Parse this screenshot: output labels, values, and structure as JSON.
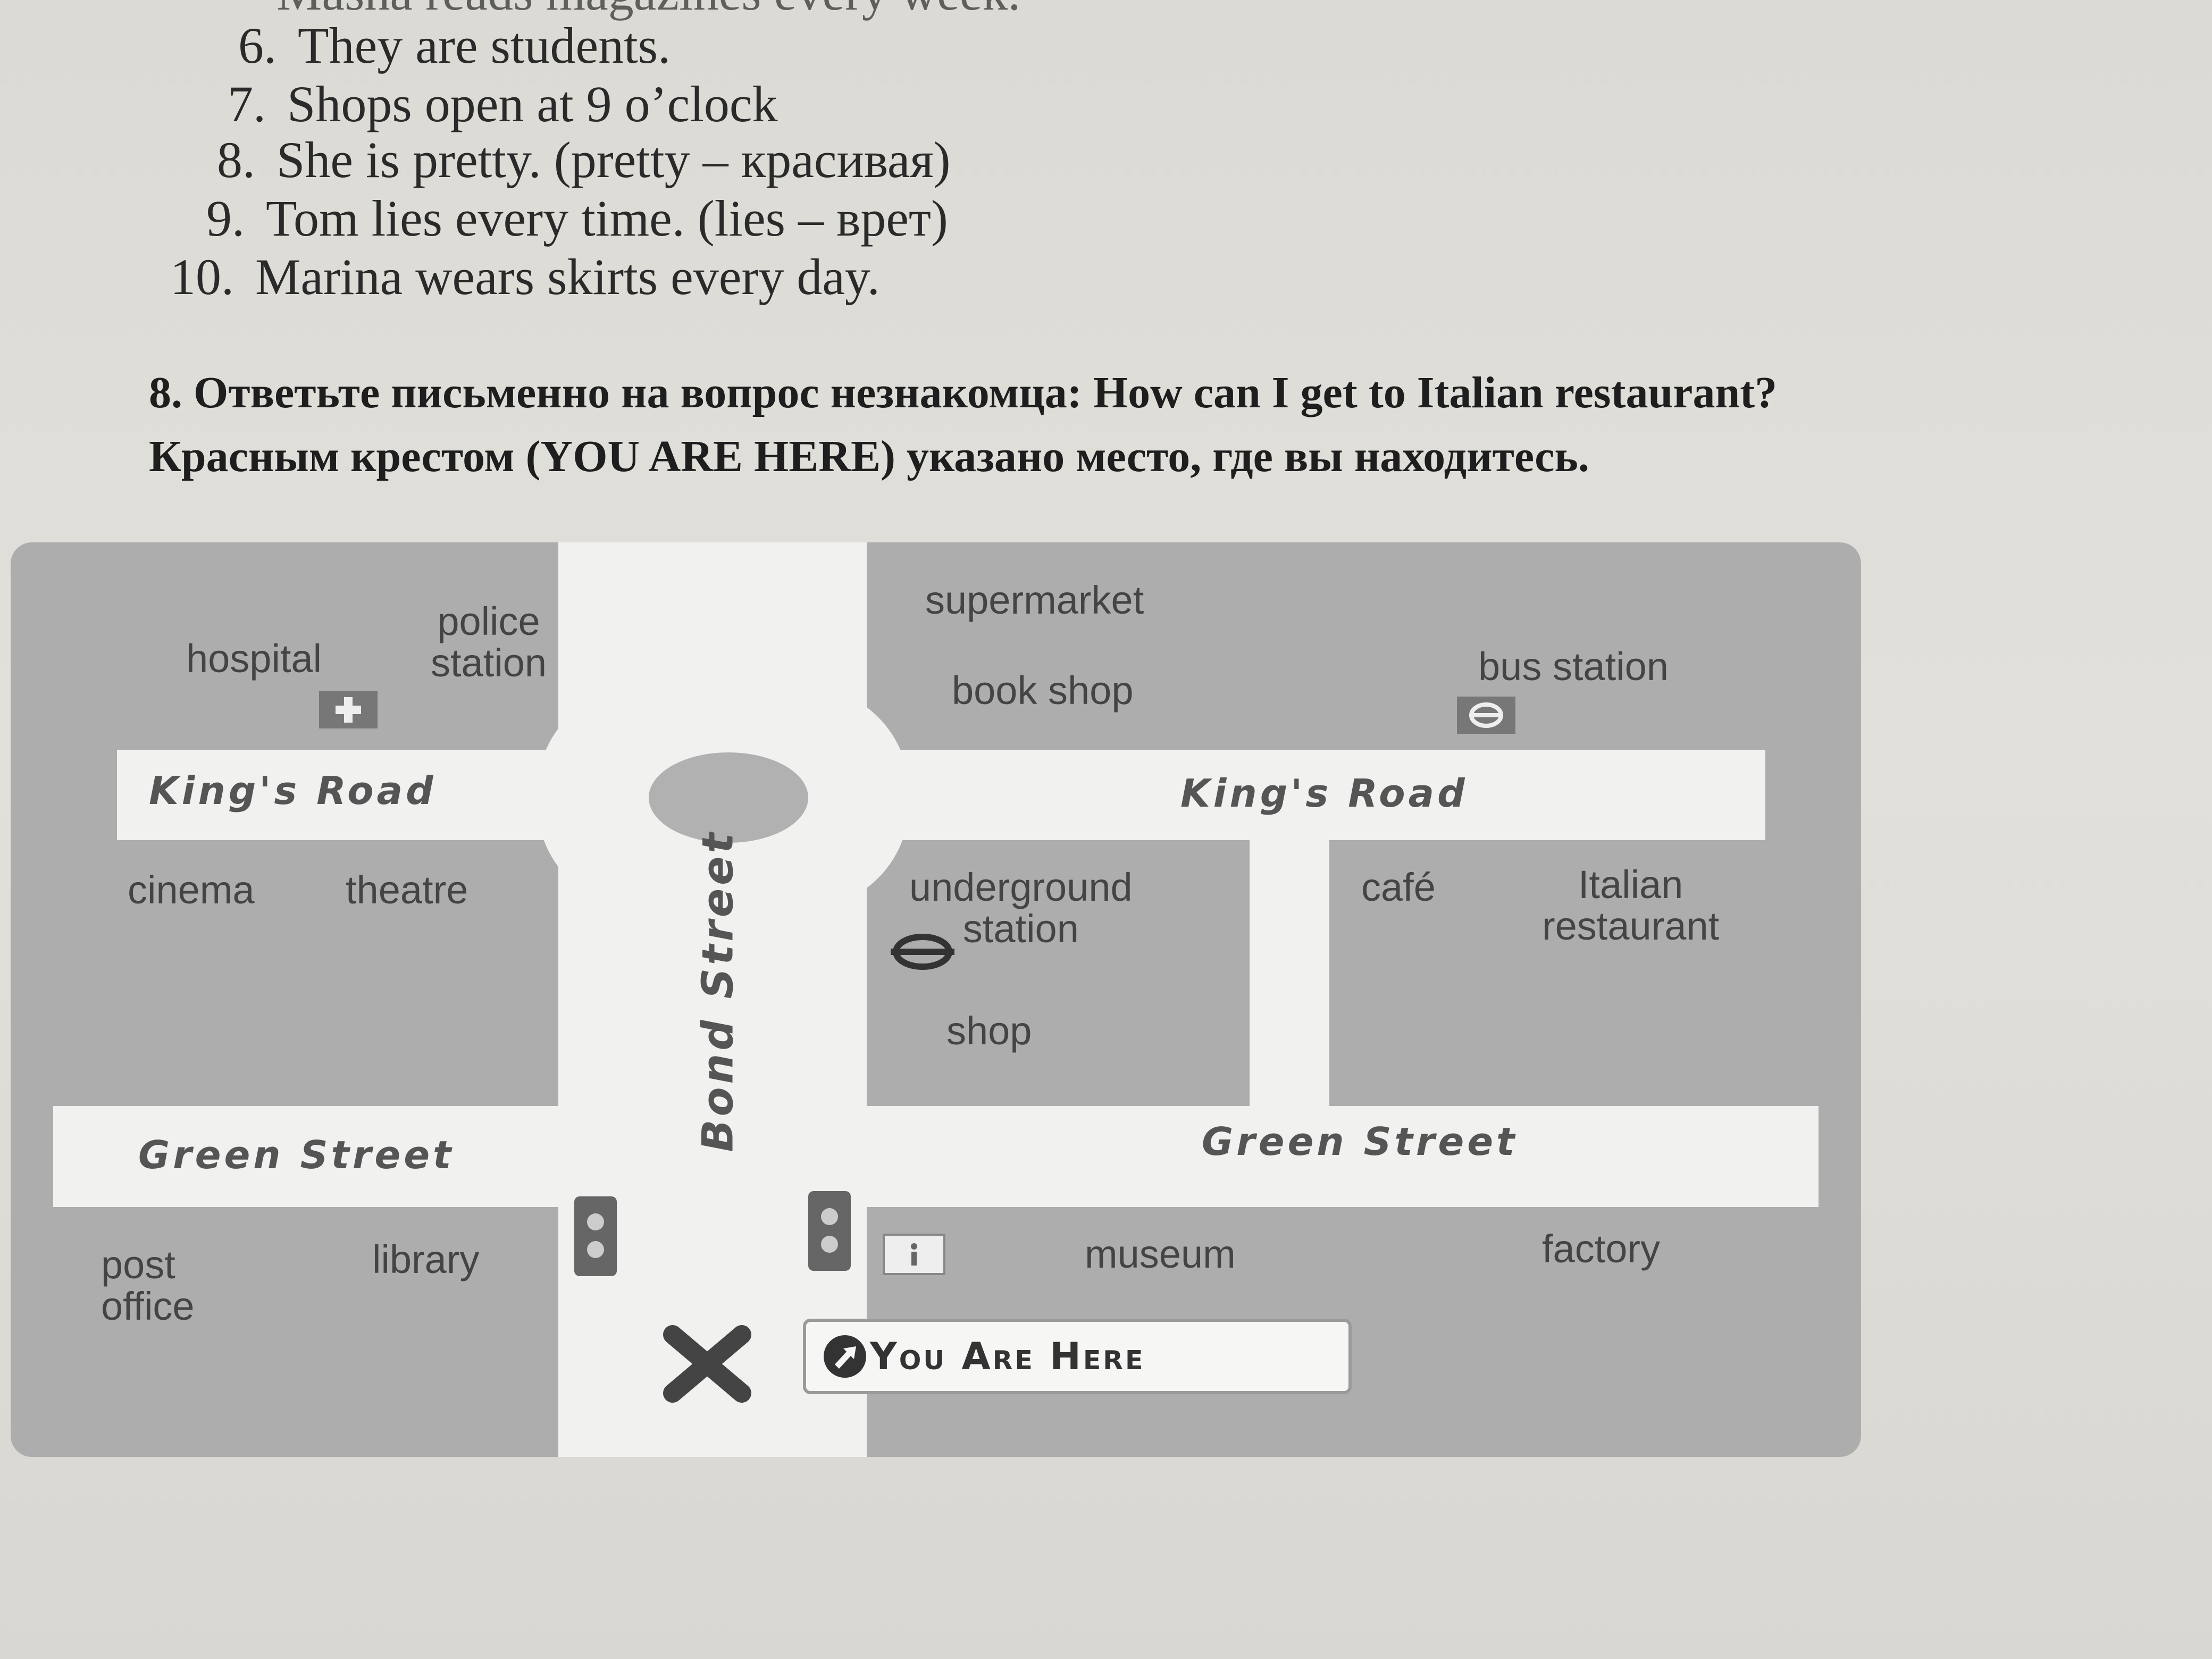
{
  "exercise_list": [
    {
      "number": "",
      "text": "Masha reads magazines every week."
    },
    {
      "number": "6.",
      "text": "They are students."
    },
    {
      "number": "7.",
      "text": "Shops open at 9 o’clock"
    },
    {
      "number": "8.",
      "text": "She is pretty. (pretty – красивая)"
    },
    {
      "number": "9.",
      "text": "Tom lies every time. (lies – врет)"
    },
    {
      "number": "10.",
      "text": "Marina wears skirts every day."
    }
  ],
  "task": {
    "line1": "8. Ответьте письменно на вопрос незнакомца: How can I get to Italian restaurant?",
    "line2": "Красным крестом (YOU ARE HERE) указано место, где вы находитесь."
  },
  "map": {
    "roads": {
      "kings_road_left": "King's Road",
      "kings_road_right": "King's Road",
      "green_street_left": "Green Street",
      "green_street_right": "Green Street",
      "bond_street": "Bond Street"
    },
    "places": {
      "hospital": "hospital",
      "police_station": "police\nstation",
      "supermarket": "supermarket",
      "book_shop": "book shop",
      "bus_station": "bus station",
      "cinema": "cinema",
      "theatre": "theatre",
      "underground_station": "underground\nstation",
      "shop": "shop",
      "cafe": "café",
      "italian_restaurant": "Italian\nrestaurant",
      "post_office": "post\noffice",
      "library": "library",
      "museum": "museum",
      "factory": "factory"
    },
    "you_are_here": "You Are Here",
    "icons": [
      "hospital-cross-icon",
      "bus-icon",
      "underground-icon",
      "traffic-light-icon",
      "info-icon",
      "you-are-here-cross-icon",
      "arrow-icon"
    ]
  }
}
